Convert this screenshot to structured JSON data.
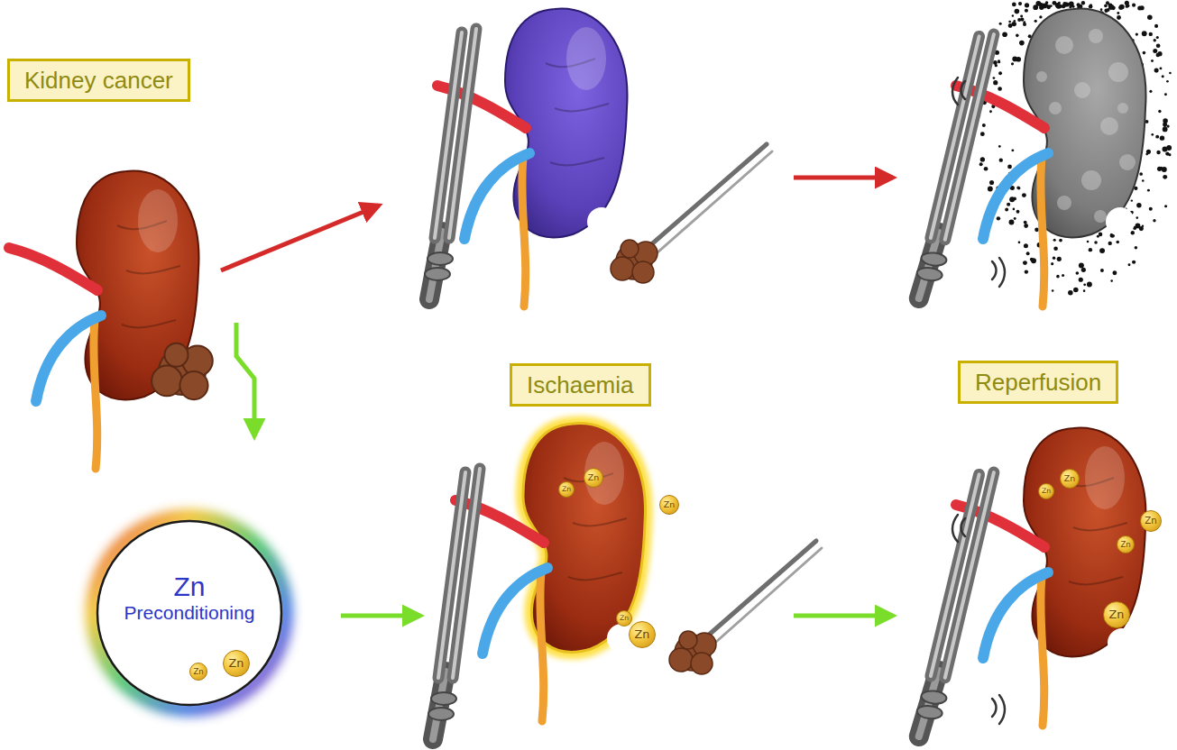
{
  "diagram": {
    "nodes": [
      {
        "text": [
          "Kidney cancer"
        ]
      },
      {
        "text": [
          "Ischaemia"
        ]
      },
      {
        "text": [
          "Reperfusion"
        ]
      },
      {
        "text": [
          "Zn",
          "Preconditioning"
        ]
      }
    ],
    "labels": [
      "Zn",
      "Zn",
      "Zn",
      "Zn",
      "Zn",
      "Zn",
      "Zn",
      "Zn",
      "Zn",
      "Zn",
      "Zn",
      "Zn"
    ]
  }
}
